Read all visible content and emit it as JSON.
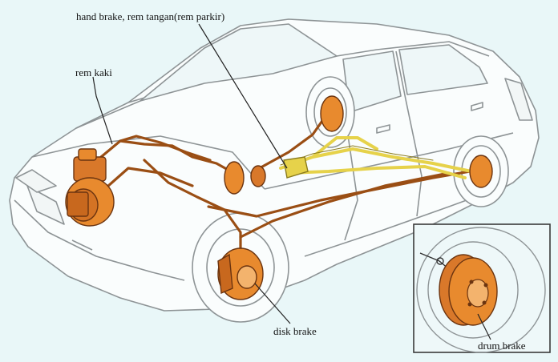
{
  "labels": {
    "hand_brake": "hand brake, rem tangan(rem parkir)",
    "rem_kaki": "rem kaki",
    "disk_brake": "disk brake",
    "drum_brake": "drum brake"
  },
  "colors": {
    "background": "#e9f7f8",
    "car_line": "#8e9496",
    "car_fill": "#fafdfd",
    "window_fill": "#eef7f8",
    "brake_line": "#9a4e14",
    "brake_part": "#e88a2e",
    "parking_cable": "#e6d24a",
    "leader_line": "#222222"
  },
  "icons": {
    "car": "sedan-car-illustration",
    "brake_lines": "brake-hydraulic-lines",
    "drum_inset": "drum-brake-detail-inset"
  }
}
